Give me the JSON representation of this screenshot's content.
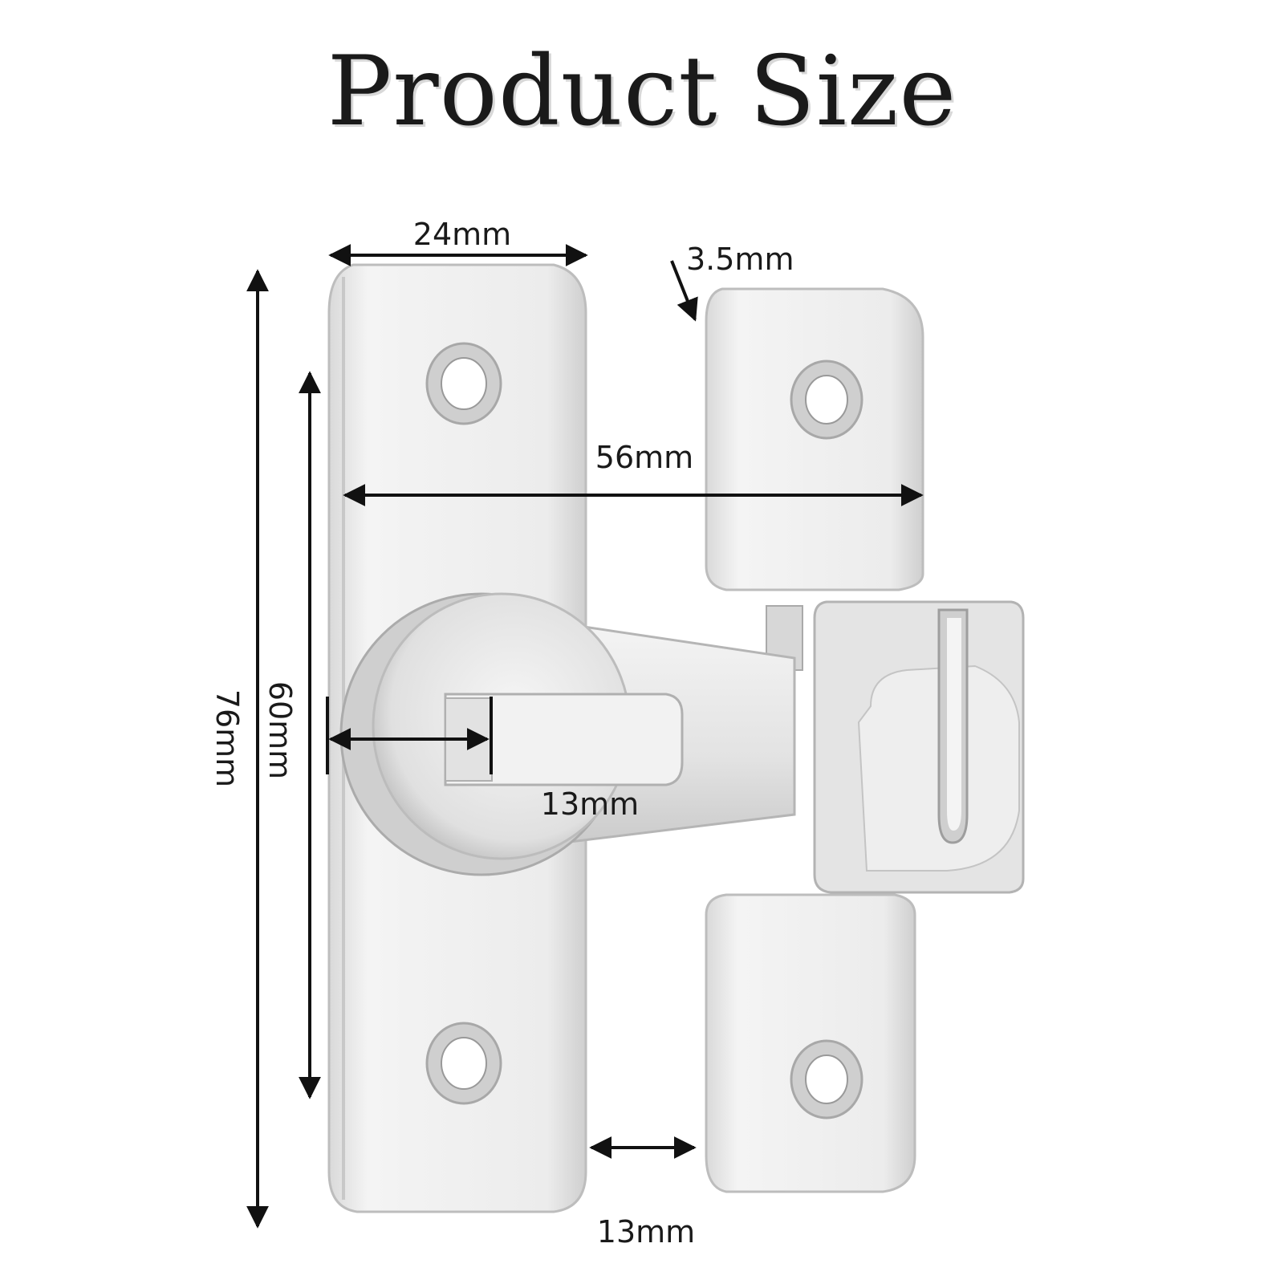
{
  "title": "Product Size",
  "dimensions": {
    "width_top": "24mm",
    "thickness": "3.5mm",
    "span": "56mm",
    "height_total": "76mm",
    "hole_pitch": "60mm",
    "knob": "13mm",
    "gap": "13mm"
  },
  "colors": {
    "metal_light": "#f1f1f1",
    "metal_mid": "#dcdcdc",
    "metal_dark": "#b5b5b5",
    "line": "#111111"
  }
}
